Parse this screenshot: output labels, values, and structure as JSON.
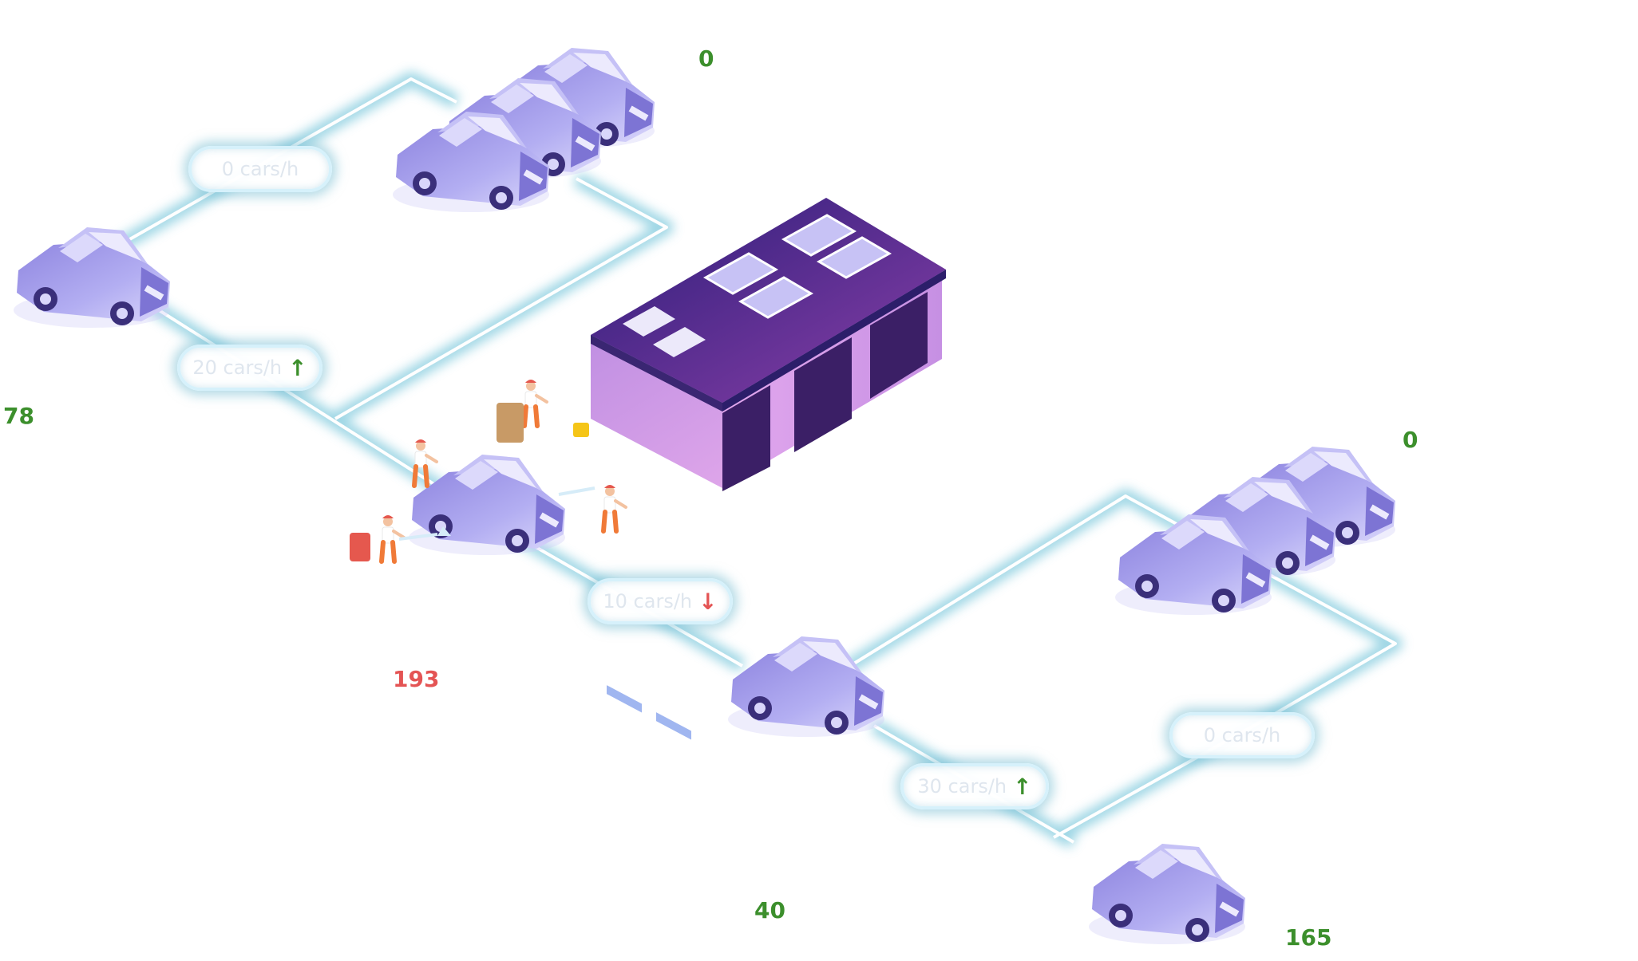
{
  "colors": {
    "count_positive": "#3c8f2c",
    "count_negative": "#e45454",
    "trend_up": "#3c8f2c",
    "trend_down": "#e45454",
    "path_stroke": "#ffffff",
    "path_glow": "#8ccfe0",
    "car_body": "#a4a0e8",
    "building_roof": "#4b2c86",
    "building_wall": "#d29ae9"
  },
  "counts": [
    {
      "id": "top-queue",
      "value": "0",
      "tone": "positive"
    },
    {
      "id": "left-car",
      "value": "78",
      "tone": "positive"
    },
    {
      "id": "wash-station",
      "value": "193",
      "tone": "negative"
    },
    {
      "id": "right-queue",
      "value": "0",
      "tone": "positive"
    },
    {
      "id": "middle-car",
      "value": "40",
      "tone": "positive"
    },
    {
      "id": "bottom-car",
      "value": "165",
      "tone": "positive"
    }
  ],
  "rates": [
    {
      "id": "top-branch",
      "label": "0 cars/h",
      "trend": "",
      "trend_icon": ""
    },
    {
      "id": "left-branch",
      "label": "20 cars/h",
      "trend": "up",
      "trend_icon": "↑"
    },
    {
      "id": "wash-out",
      "label": "10 cars/h",
      "trend": "down",
      "trend_icon": "↓"
    },
    {
      "id": "right-branch",
      "label": "0 cars/h",
      "trend": "",
      "trend_icon": ""
    },
    {
      "id": "bottom-branch",
      "label": "30 cars/h",
      "trend": "up",
      "trend_icon": "↑"
    }
  ]
}
